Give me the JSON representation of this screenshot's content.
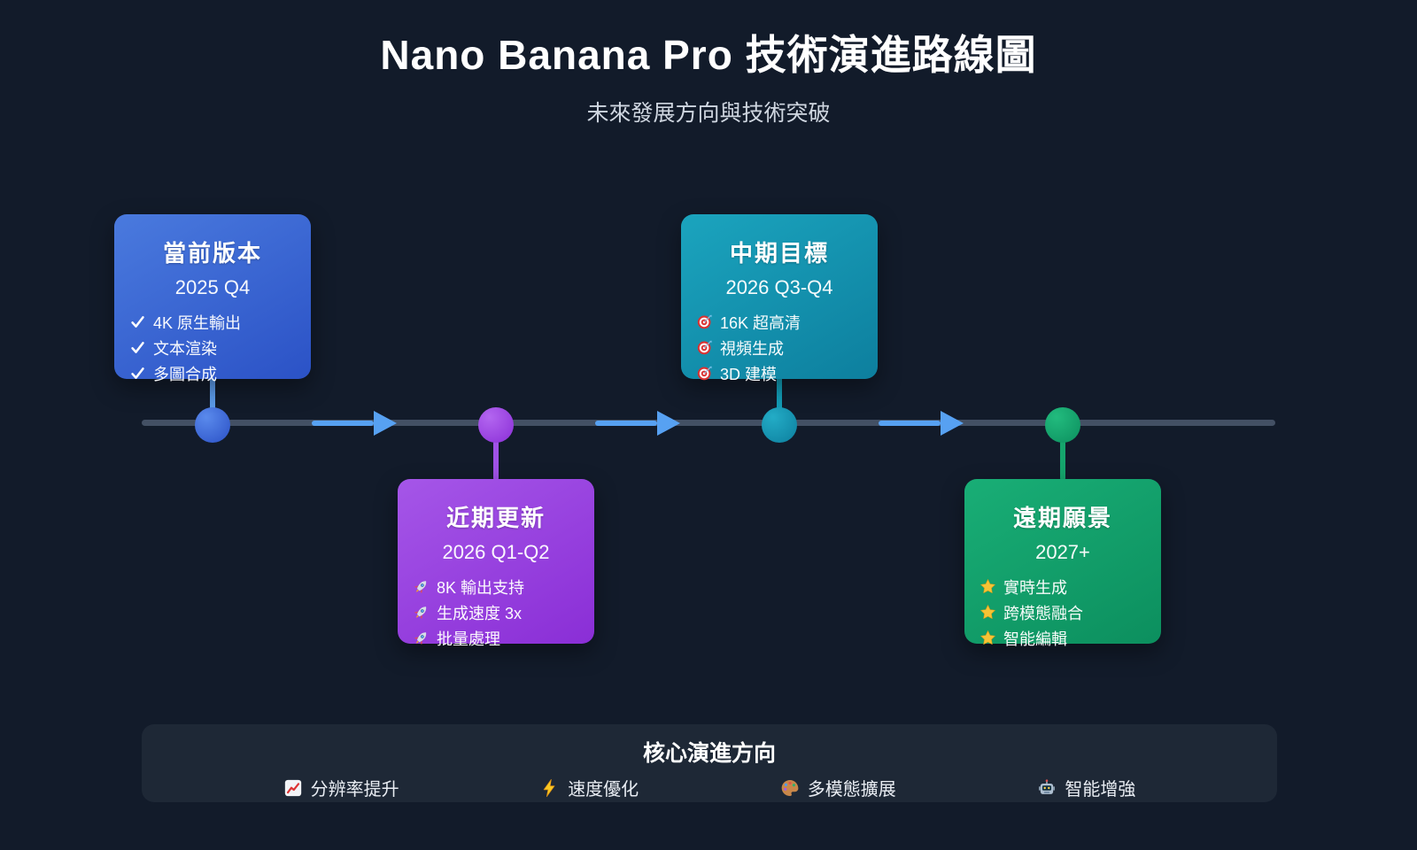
{
  "page": {
    "title": "Nano Banana Pro 技術演進路線圖",
    "subtitle": "未來發展方向與技術突破"
  },
  "cards": [
    {
      "title": "當前版本",
      "period": "2025 Q4",
      "icon": "#icon-check",
      "icon_name": "check",
      "accent": "#3b66d4",
      "gradient_top": "#4a7ade",
      "gradient_bottom": "#2b52c6",
      "items": [
        "4K 原生輸出",
        "文本渲染",
        "多圖合成"
      ]
    },
    {
      "title": "近期更新",
      "period": "2026 Q1-Q2",
      "icon": "#icon-rocket",
      "icon_name": "rocket",
      "accent": "#9a3fe0",
      "gradient_top": "#a556e8",
      "gradient_bottom": "#8a2ed6",
      "items": [
        "8K 輸出支持",
        "生成速度 3x",
        "批量處理"
      ]
    },
    {
      "title": "中期目標",
      "period": "2026 Q3-Q4",
      "icon": "#icon-target",
      "icon_name": "target",
      "accent": "#1496b2",
      "gradient_top": "#1ba4be",
      "gradient_bottom": "#0d7f9e",
      "items": [
        "16K 超高清",
        "視頻生成",
        "3D 建模"
      ]
    },
    {
      "title": "遠期願景",
      "period": "2027+",
      "icon": "#icon-star",
      "icon_name": "star",
      "accent": "#12a06a",
      "gradient_top": "#19ae76",
      "gradient_bottom": "#0c8f5e",
      "items": [
        "實時生成",
        "跨模態融合",
        "智能編輯"
      ]
    }
  ],
  "timeline": {
    "line_color": "#435064",
    "arrow_color": "#57a1f2",
    "dot_colors": [
      "#3b66d4",
      "#9a3fe0",
      "#1496b2",
      "#12a06a"
    ]
  },
  "legend": {
    "title": "核心演進方向",
    "items": [
      {
        "icon": "#icon-chart",
        "icon_name": "chart-increasing",
        "label": "分辨率提升"
      },
      {
        "icon": "#icon-zap",
        "icon_name": "lightning",
        "label": "速度優化"
      },
      {
        "icon": "#icon-palette",
        "icon_name": "palette",
        "label": "多模態擴展"
      },
      {
        "icon": "#icon-robot",
        "icon_name": "robot",
        "label": "智能增強"
      }
    ]
  }
}
